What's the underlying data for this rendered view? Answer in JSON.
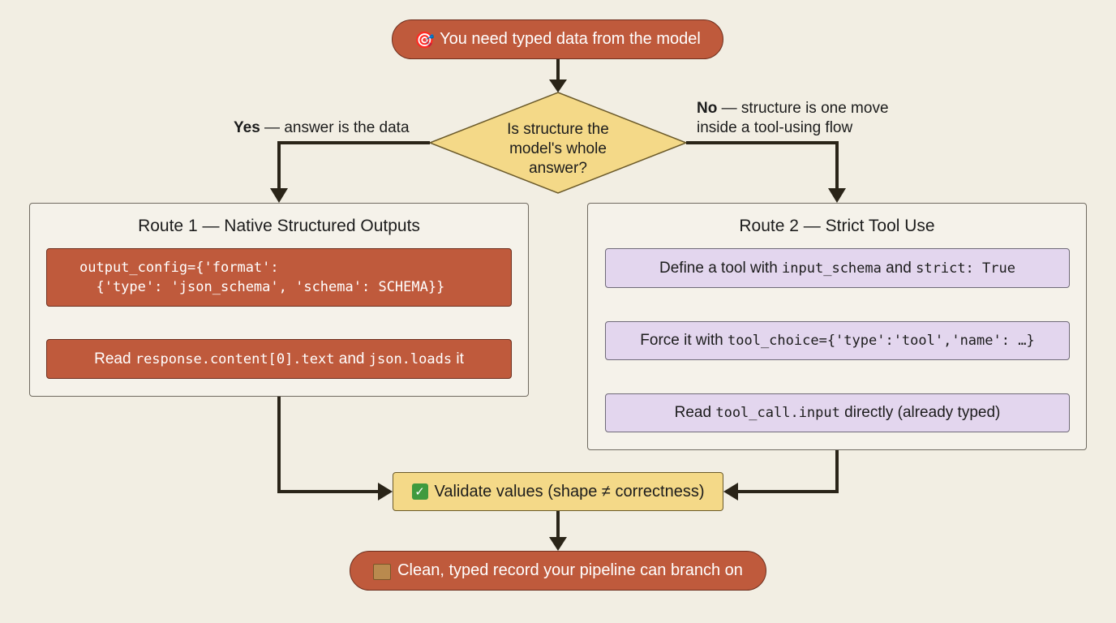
{
  "start": {
    "icon": "target-icon",
    "emoji": "🎯",
    "label": "You need typed data from the model"
  },
  "decision": {
    "lines": [
      "Is structure the",
      "model's whole",
      "answer?"
    ]
  },
  "yes_branch": {
    "bold": "Yes",
    "rest": " — answer is the data"
  },
  "no_branch": {
    "bold": "No",
    "line1_rest": " — structure is one move",
    "line2": "inside a tool-using flow"
  },
  "route1": {
    "title": "Route 1 — Native Structured Outputs",
    "step1": {
      "line1": "output_config={'format':",
      "line2": "  {'type': 'json_schema', 'schema': SCHEMA}}"
    },
    "step2": {
      "pre": "Read ",
      "code1": "response.content[0].text",
      "mid": " and ",
      "code2": "json.loads",
      "post": " it"
    }
  },
  "route2": {
    "title": "Route 2 — Strict Tool Use",
    "step1": {
      "pre": "Define a tool with ",
      "code1": "input_schema",
      "mid": " and ",
      "code2": "strict: True"
    },
    "step2": {
      "pre": "Force it with ",
      "code1": "tool_choice={'type':'tool','name': …}"
    },
    "step3": {
      "pre": "Read ",
      "code1": "tool_call.input",
      "post": " directly (already typed)"
    }
  },
  "validate": {
    "icon": "check-icon",
    "emoji": "✓",
    "label": "Validate values (shape ≠ correctness)"
  },
  "end": {
    "icon": "package-icon",
    "label": "Clean, typed record your pipeline can branch on"
  },
  "colors": {
    "background": "#f2eee3",
    "terminal": "#bf5a3c",
    "decision": "#f4d988",
    "route2_step": "#e3d6ee",
    "line": "#2a2418"
  }
}
